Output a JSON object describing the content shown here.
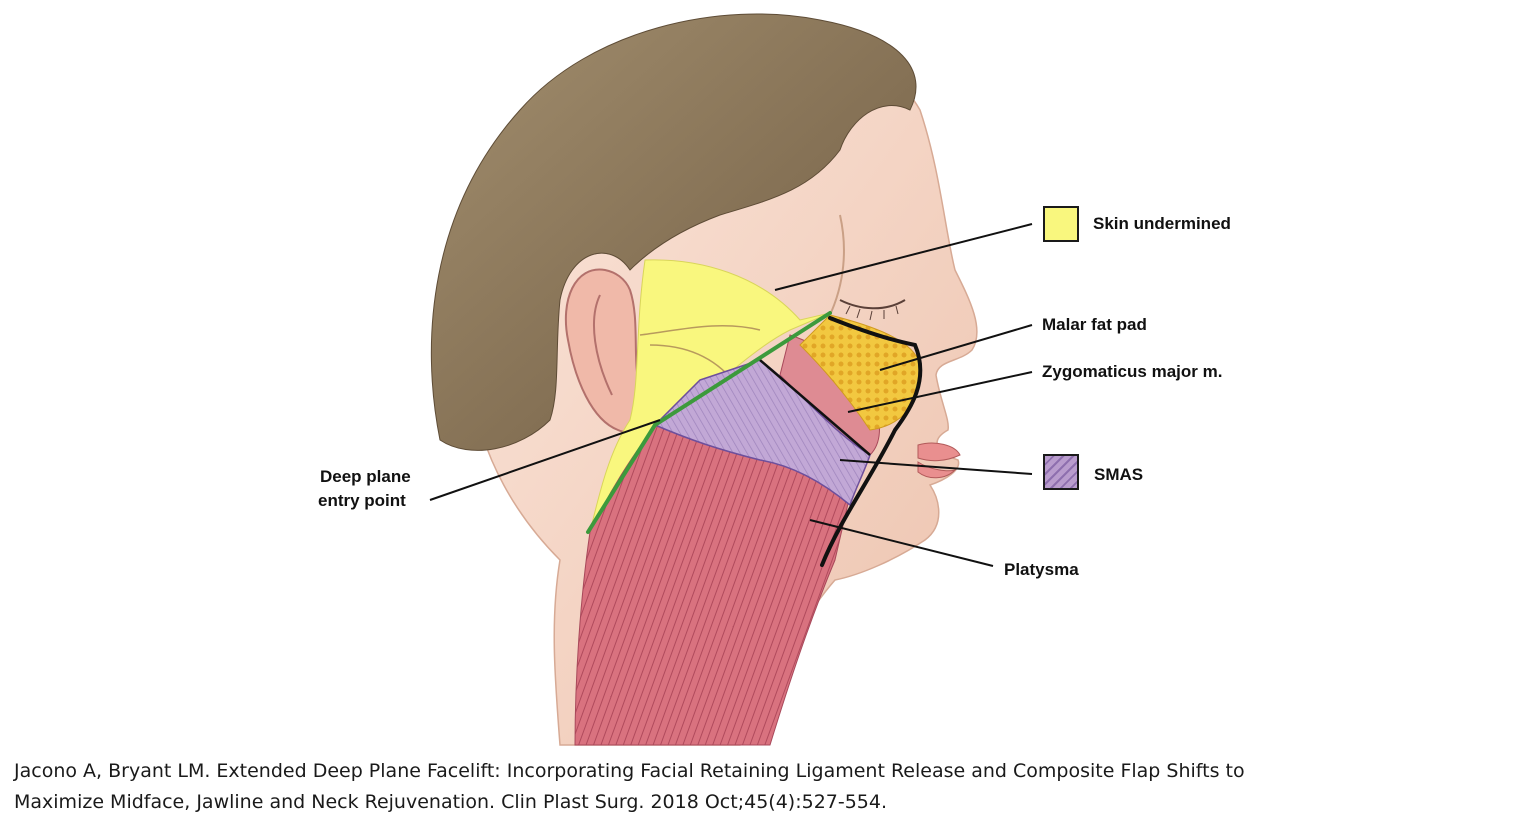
{
  "labels": {
    "skin_undermined": "Skin undermined",
    "malar_fat_pad": "Malar fat pad",
    "zygomaticus_major": "Zygomaticus major m.",
    "smas": "SMAS",
    "platysma": "Platysma",
    "deep_plane_line1": "Deep plane",
    "deep_plane_line2": "entry point"
  },
  "citation": {
    "line1": "Jacono A, Bryant LM. Extended Deep Plane Facelift: Incorporating Facial Retaining Ligament Release and Composite Flap Shifts to",
    "line2": "Maximize Midface, Jawline and Neck Rejuvenation. Clin Plast Surg. 2018 Oct;45(4):527-554."
  },
  "colors": {
    "skin_undermined": "#f9f77e",
    "smas": "#b99ccd",
    "platysma": "#d9727f",
    "malar_fat": "#f2c840",
    "deep_plane_line": "#3c9a3c",
    "hair": "#8a7455",
    "skin": "#f3d2bf"
  }
}
